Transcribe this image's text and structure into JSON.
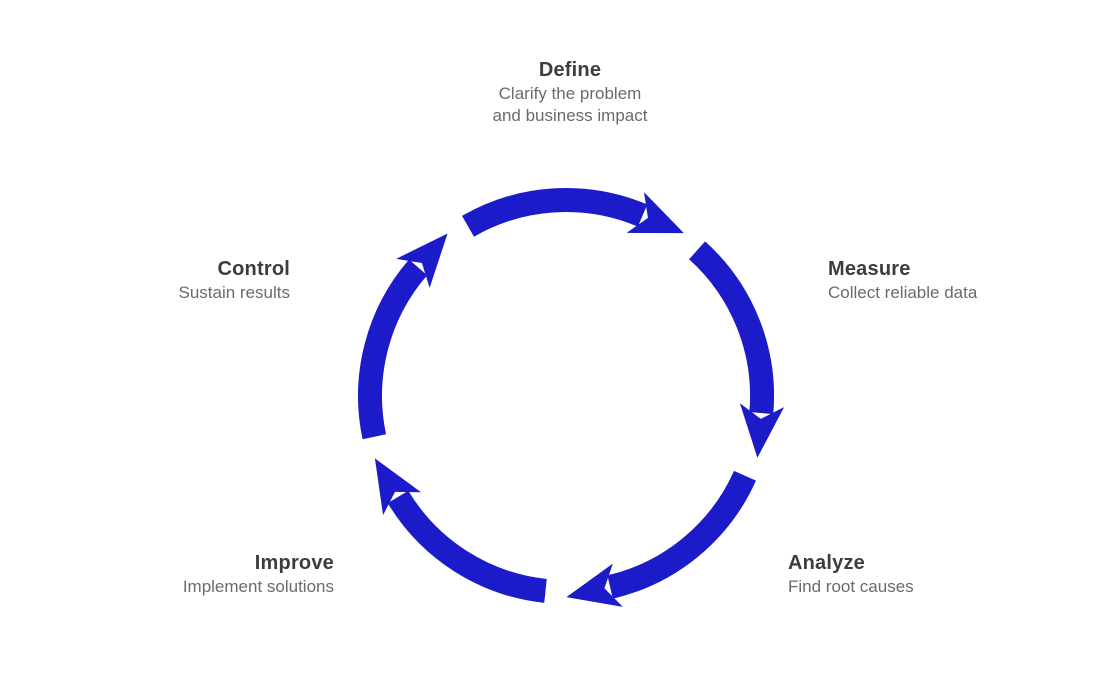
{
  "diagram": {
    "type": "cycle",
    "flow_direction": "clockwise",
    "accent_color": "#1b1bc9",
    "title_color": "#3d3d3d",
    "subtitle_color": "#6b6b6b",
    "steps": [
      {
        "id": "define",
        "label": "Define",
        "description": "Clarify the problem\nand business impact",
        "position": "top"
      },
      {
        "id": "measure",
        "label": "Measure",
        "description": "Collect reliable data",
        "position": "right"
      },
      {
        "id": "analyze",
        "label": "Analyze",
        "description": "Find root causes",
        "position": "bottom-right"
      },
      {
        "id": "improve",
        "label": "Improve",
        "description": "Implement solutions",
        "position": "bottom-left"
      },
      {
        "id": "control",
        "label": "Control",
        "description": "Sustain results",
        "position": "left"
      }
    ],
    "connections": [
      "define-to-measure",
      "measure-to-analyze",
      "analyze-to-improve",
      "improve-to-control",
      "control-to-define"
    ]
  }
}
